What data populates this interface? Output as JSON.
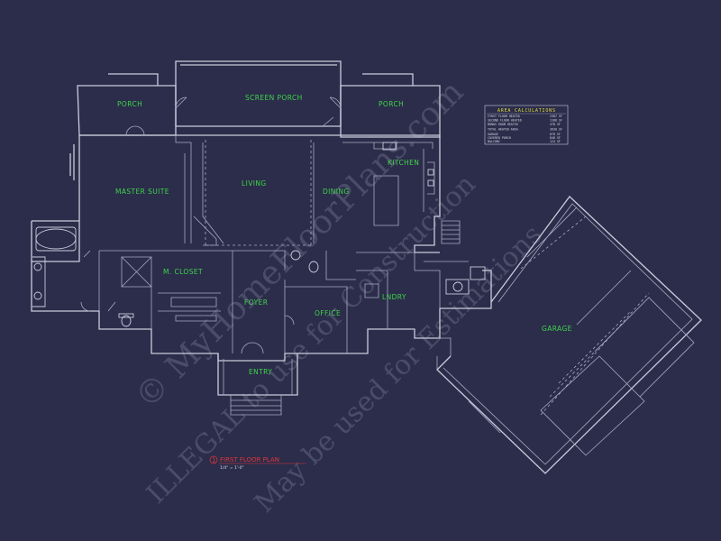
{
  "rooms": {
    "porch_left": "PORCH",
    "screen_porch": "SCREEN PORCH",
    "porch_right": "PORCH",
    "master_suite": "MASTER SUITE",
    "living": "LIVING",
    "dining": "DINING",
    "kitchen": "KITCHEN",
    "m_closet": "M. CLOSET",
    "foyer": "FOYER",
    "office": "OFFICE",
    "laundry": "LNDRY",
    "entry": "ENTRY",
    "garage": "GARAGE"
  },
  "area_calculations": {
    "title": "AREA CALCULATIONS",
    "rows": [
      {
        "label": "FIRST FLOOR HEATED",
        "value": "2387 SF"
      },
      {
        "label": "SECOND FLOOR HEATED",
        "value": "1168 SF"
      },
      {
        "label": "BONUS ROOM HEATED",
        "value": "478 SF"
      },
      {
        "label": "TOTAL HEATED AREA",
        "value": "3630 SF"
      },
      {
        "label": "GARAGE",
        "value": "878 SF"
      },
      {
        "label": "COVERED PORCH",
        "value": "848 SF"
      },
      {
        "label": "BALCONY",
        "value": "124 SF"
      }
    ]
  },
  "plan_title": "FIRST FLOOR PLAN",
  "plan_number": "1",
  "scale": "1/4\" = 1'-0\"",
  "watermark": {
    "line1": "© MyHomeFloorPlans.com",
    "line2": "ILLEGAL to use for Construction",
    "line3": "May be used for Estimations"
  },
  "colors": {
    "background": "#2b2d4a",
    "lines": "#c9ccdc",
    "room_labels": "#3fd34a",
    "title_red": "#e0353a",
    "calc_title": "#e6df3a"
  }
}
